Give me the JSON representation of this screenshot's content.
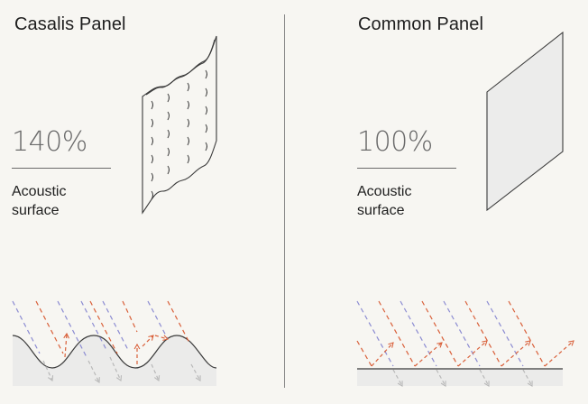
{
  "left": {
    "title": "Casalis Panel",
    "percentage": "140%",
    "caption_line1": "Acoustic",
    "caption_line2": "surface"
  },
  "right": {
    "title": "Common Panel",
    "percentage": "100%",
    "caption_line1": "Acoustic",
    "caption_line2": "surface"
  },
  "colors": {
    "background": "#f7f6f2",
    "incident_blue": "#8c8cd2",
    "reflected_orange": "#d9603a",
    "transmitted_gray": "#b8b8b8",
    "surface_fill": "#ebebea",
    "outline": "#3a3a3a"
  }
}
